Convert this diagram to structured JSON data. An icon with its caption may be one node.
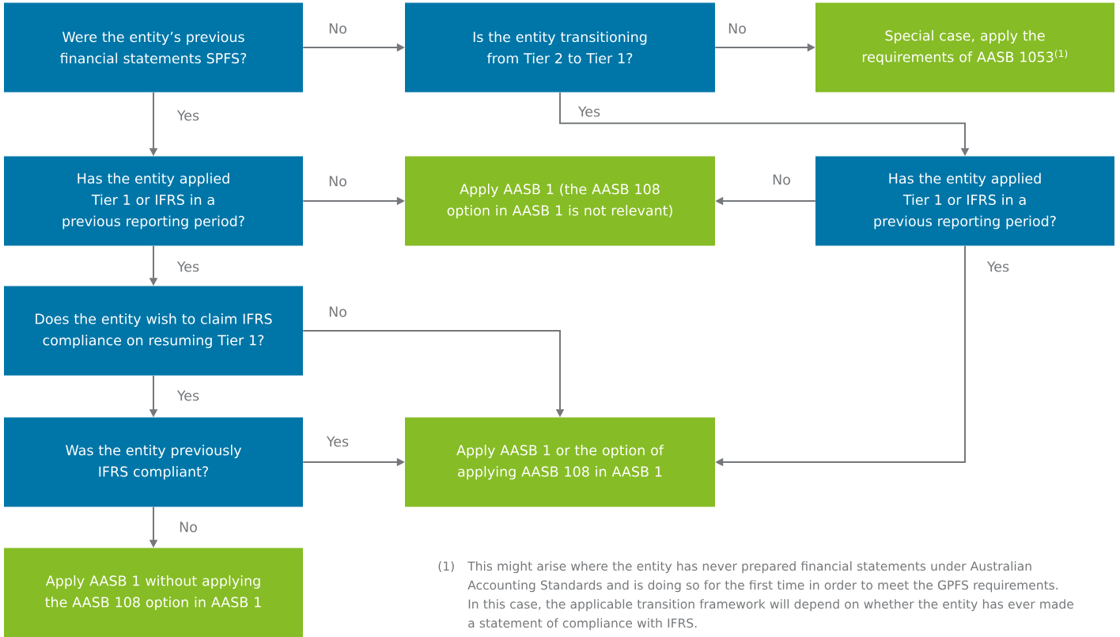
{
  "diagram": {
    "nodes": [
      {
        "text": [
          "Were the entity’s previous financial statements SPFS?"
        ]
      },
      {
        "text": [
          "Is the entity transitioning from Tier 2 to Tier 1?"
        ]
      },
      {
        "text": [
          "Special case, apply the requirements of AASB 1053$^{(1)}$"
        ]
      },
      {
        "text": [
          "Has the entity applied Tier 1 or IFRS in a previous reporting period?"
        ]
      },
      {
        "text": [
          "Apply AASB 1 (the AASB 108 option in AASB 1 is not relevant)"
        ]
      },
      {
        "text": [
          "Has the entity applied Tier 1 or IFRS in a previous reporting period?"
        ]
      },
      {
        "text": [
          "Does the entity wish to claim IFRS compliance on resuming Tier 1?"
        ]
      },
      {
        "text": [
          "Was the entity previously IFRS compliant?"
        ]
      },
      {
        "text": [
          "Apply AASB 1 or the option of applying AASB 108 in AASB 1"
        ]
      },
      {
        "text": [
          "Apply AASB 1 without applying the AASB 108 option in AASB 1"
        ]
      }
    ],
    "edges": [
      {
        "from": 0,
        "to": 1,
        "arrow": "to",
        "label": "No"
      },
      {
        "from": 1,
        "to": 2,
        "arrow": "to",
        "label": "No"
      },
      {
        "from": 0,
        "to": 3,
        "arrow": "to",
        "label": "Yes"
      },
      {
        "from": 1,
        "to": 5,
        "arrow": "to",
        "label": "Yes"
      },
      {
        "from": 3,
        "to": 4,
        "arrow": "to",
        "label": "No"
      },
      {
        "from": 5,
        "to": 4,
        "arrow": "to",
        "label": "No"
      },
      {
        "from": 3,
        "to": 6,
        "arrow": "to",
        "label": "Yes"
      },
      {
        "from": 6,
        "to": 8,
        "arrow": "to",
        "label": "No"
      },
      {
        "from": 5,
        "to": 8,
        "arrow": "to",
        "label": "Yes"
      },
      {
        "from": 6,
        "to": 7,
        "arrow": "to",
        "label": "Yes"
      },
      {
        "from": 7,
        "to": 8,
        "arrow": "to",
        "label": "Yes"
      },
      {
        "from": 7,
        "to": 9,
        "arrow": "to",
        "label": "No"
      }
    ],
    "labels": [
      "(1)",
      "This might arise where the entity has never prepared financial statements under Australian Accounting Standards and is doing so for the first time in order to meet the GPFS requirements.  In this case, the applicable transition framework will depend on whether the entity has ever made a statement of compliance with IFRS."
    ]
  }
}
